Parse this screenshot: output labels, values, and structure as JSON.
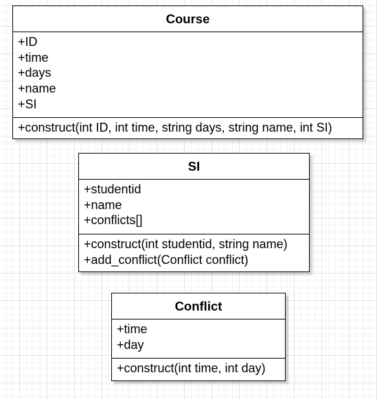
{
  "classes": {
    "course": {
      "name": "Course",
      "attributes": [
        "+ID",
        "+time",
        "+days",
        "+name",
        "+SI"
      ],
      "methods": [
        "+construct(int ID, int time, string days, string name, int SI)"
      ]
    },
    "si": {
      "name": "SI",
      "attributes": [
        "+studentid",
        "+name",
        "+conflicts[]"
      ],
      "methods": [
        "+construct(int studentid, string name)",
        "+add_conflict(Conflict conflict)"
      ]
    },
    "conflict": {
      "name": "Conflict",
      "attributes": [
        "+time",
        "+day"
      ],
      "methods": [
        "+construct(int time, int day)"
      ]
    }
  },
  "colors": {
    "border": "#000000",
    "background": "#ffffff",
    "grid": "#e4e4e4"
  }
}
